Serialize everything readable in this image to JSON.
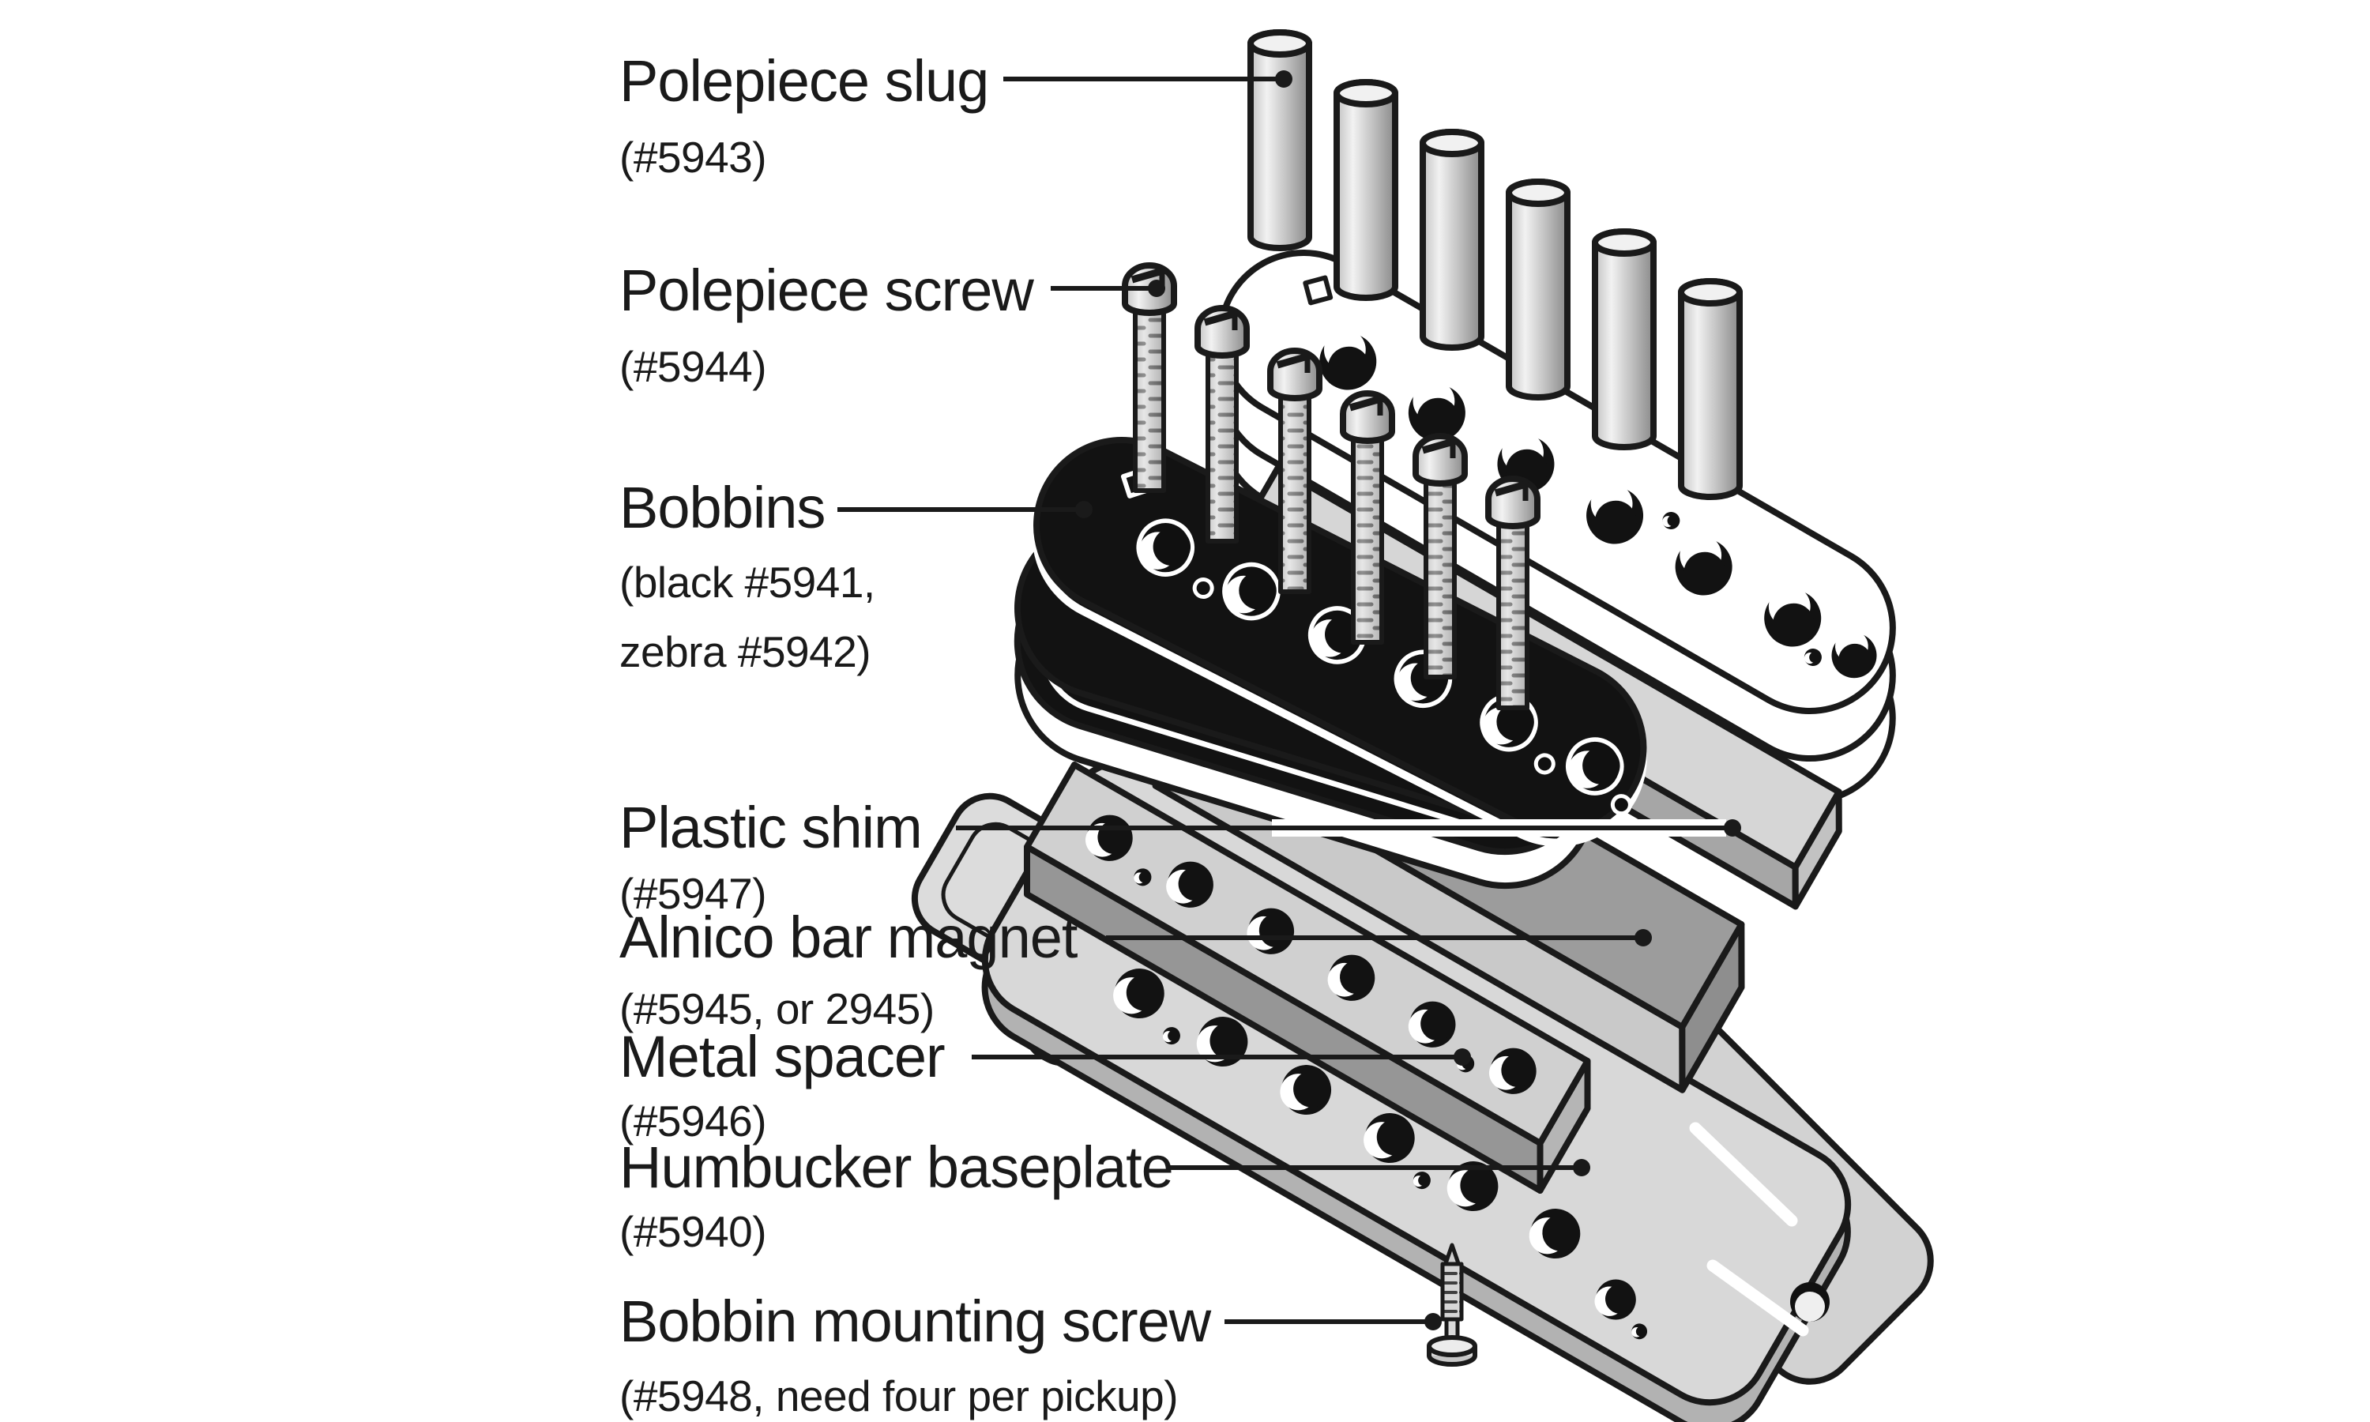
{
  "figure": {
    "type": "exploded-parts-diagram",
    "subject": "Humbucker pickup parts",
    "background_color": "#ffffff",
    "ink_color": "#1a1a1a",
    "bobbin_black_color": "#121212",
    "metal_light_color": "#d6d6d6",
    "metal_dark_color": "#9c9c9c"
  },
  "labels": [
    {
      "id": "polepiece-slug",
      "title": "Polepiece slug",
      "part": "(#5943)"
    },
    {
      "id": "polepiece-screw",
      "title": "Polepiece screw",
      "part": "(#5944)"
    },
    {
      "id": "bobbins",
      "title": "Bobbins",
      "part": "(black #5941,",
      "part2": "zebra #5942)"
    },
    {
      "id": "plastic-shim",
      "title": "Plastic shim",
      "part": "(#5947)"
    },
    {
      "id": "alnico-bar-magnet",
      "title": "Alnico bar magnet",
      "part": "(#5945, or 2945)"
    },
    {
      "id": "metal-spacer",
      "title": "Metal spacer",
      "part": "(#5946)"
    },
    {
      "id": "humbucker-baseplate",
      "title": "Humbucker baseplate",
      "part": "(#5940)"
    },
    {
      "id": "bobbin-mounting-screw",
      "title": "Bobbin mounting screw",
      "part": "(#5948, need four per pickup)"
    }
  ]
}
